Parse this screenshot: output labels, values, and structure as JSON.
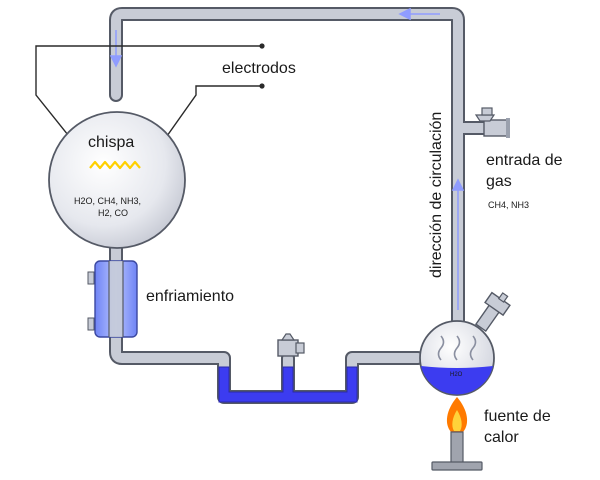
{
  "labels": {
    "electrodes": "electrodos",
    "spark": "chispa",
    "chamber_gases_line1": "H2O, CH4, NH3,",
    "chamber_gases_line2": "H2, CO",
    "cooling": "enfriamiento",
    "circulation_direction": "dirección de circulación",
    "gas_inlet_line1": "entrada de",
    "gas_inlet_line2": "gas",
    "gas_inlet_gases": "CH4, NH3",
    "flask_contents": "H2O",
    "heat_source_line1": "fuente de",
    "heat_source_line2": "calor"
  },
  "colors": {
    "tube": "#c8ccd6",
    "tube_edge": "#555a66",
    "flow_arrow": "#8f9cff",
    "water": "#3c3cf0",
    "condenser": "#8fa2ff",
    "spark": "#ffd000",
    "flame_outer": "#ff7a00",
    "flame_inner": "#ffd23a"
  },
  "icons": {
    "spark": "zigzag-spark-icon",
    "valve": "stopcock-valve-icon",
    "flame": "flame-icon",
    "steam": "steam-wave-icon"
  }
}
